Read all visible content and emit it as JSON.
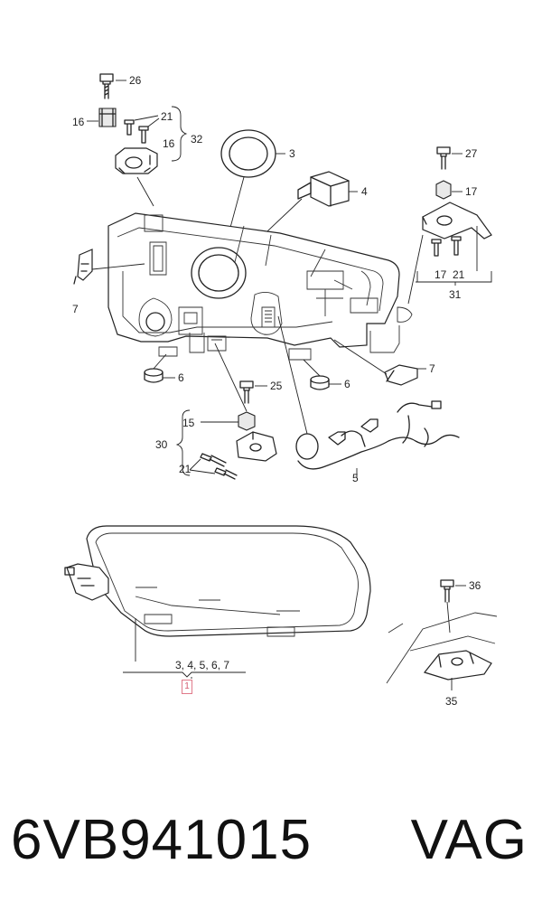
{
  "diagram": {
    "callouts": {
      "c26": "26",
      "c16a": "16",
      "c21a": "21",
      "c16b": "16",
      "c32": "32",
      "c3": "3",
      "c4": "4",
      "c27": "27",
      "c17a": "17",
      "c17b": "17",
      "c21b": "21",
      "c31": "31",
      "c7a": "7",
      "c6a": "6",
      "c6b": "6",
      "c7b": "7",
      "c25": "25",
      "c15": "15",
      "c30": "30",
      "c21c": "21",
      "c5": "5",
      "c36": "36",
      "c35": "35"
    },
    "assembly_parts": "3, 4, 5, 6, 7",
    "assembly_ref": "1"
  },
  "footer": {
    "part_number": "6VB941015",
    "brand": "VAG"
  }
}
